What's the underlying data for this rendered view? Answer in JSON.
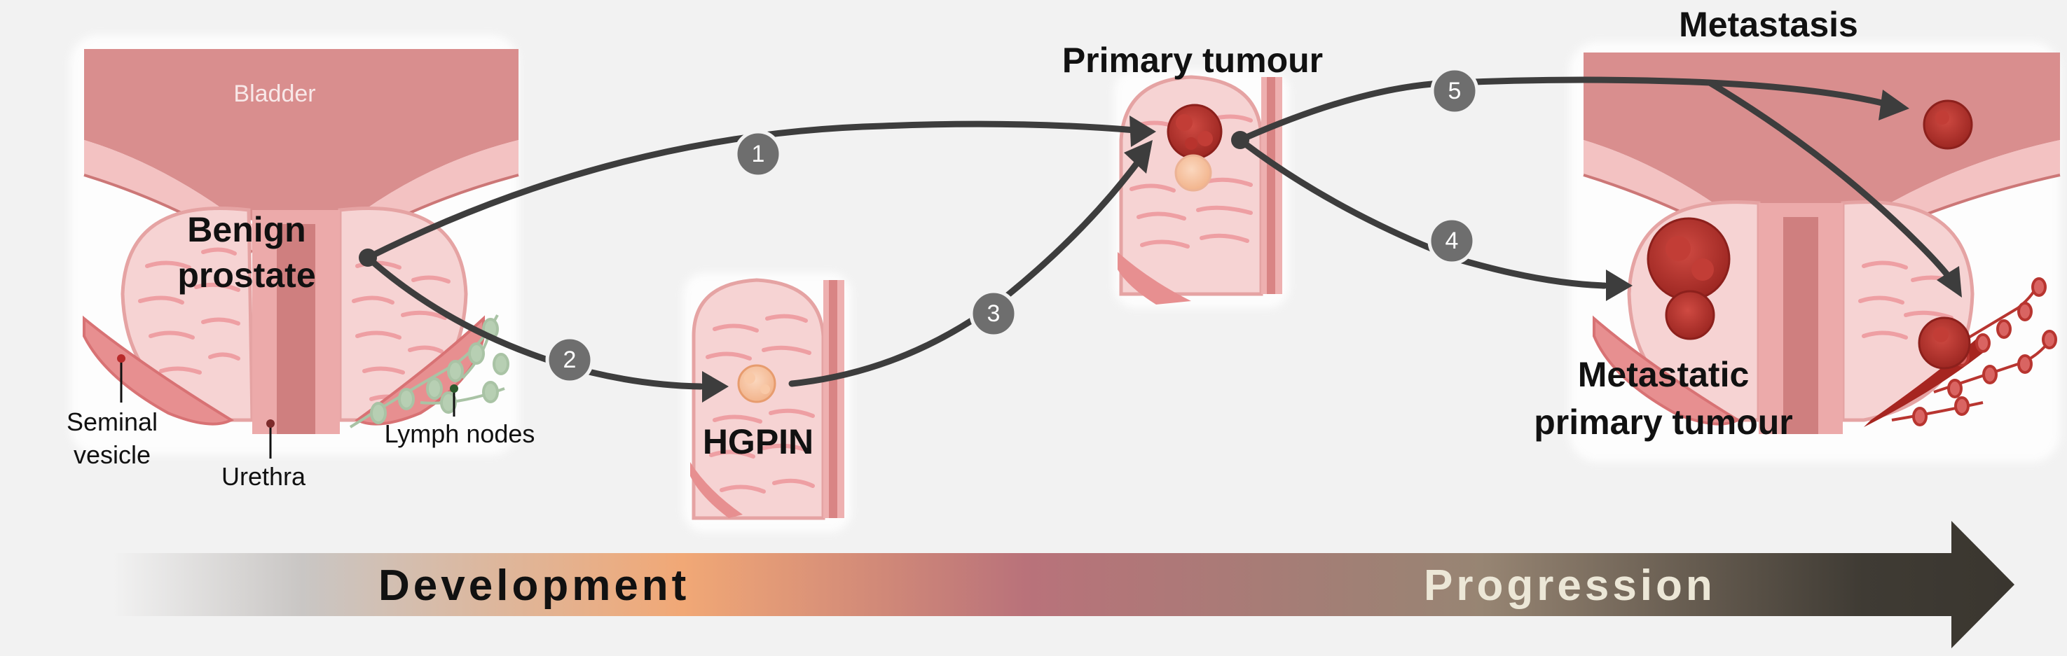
{
  "labels": {
    "bladder": "Bladder",
    "benign_prostate_line1": "Benign",
    "benign_prostate_line2": "prostate",
    "seminal_vesicle_line1": "Seminal",
    "seminal_vesicle_line2": "vesicle",
    "urethra": "Urethra",
    "lymph_nodes": "Lymph nodes",
    "hgpin": "HGPIN",
    "primary_tumour": "Primary tumour",
    "metastasis": "Metastasis",
    "metastatic_line1": "Metastatic",
    "metastatic_line2": "primary tumour"
  },
  "steps": [
    "1",
    "2",
    "3",
    "4",
    "5"
  ],
  "banner": {
    "development": "Development",
    "progression": "Progression"
  },
  "colors": {
    "background": "#f2f2f2",
    "tissue_pink": "#e9a6a6",
    "bladder_wall": "#d88c8c",
    "tumour_red": "#b5312c",
    "hgpin_orange": "#f6b98a",
    "arrow_dark": "#3d3d3d",
    "lymph_green": "#a9c3a5",
    "gradient_stops": [
      "#d0cdcb",
      "#f2a977",
      "#b9727a",
      "#9a8373",
      "#3e3a33"
    ]
  }
}
